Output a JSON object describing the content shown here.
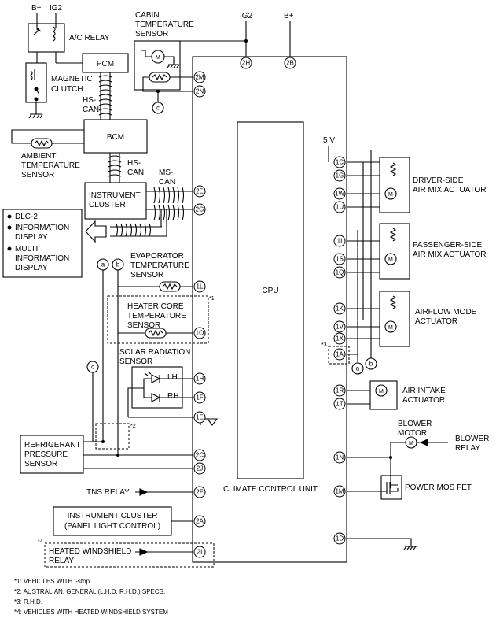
{
  "supply": {
    "bplus": "B+",
    "ig2": "IG2"
  },
  "relays": {
    "ac_relay": "A/C RELAY",
    "tns_relay": "TNS RELAY",
    "blower_relay_1": "BLOWER",
    "blower_relay_2": "RELAY",
    "heated_1": "HEATED WINDSHIELD",
    "heated_2": "RELAY"
  },
  "modules": {
    "pcm": "PCM",
    "bcm": "BCM",
    "ic_1": "INSTRUMENT",
    "ic_2": "CLUSTER",
    "ccu": "CLIMATE CONTROL UNIT",
    "cpu": "CPU",
    "icp_1": "INSTRUMENT CLUSTER",
    "icp_2": "(PANEL LIGHT CONTROL)"
  },
  "labels": {
    "magnetic_1": "MAGNETIC",
    "magnetic_2": "CLUTCH",
    "hscan_1": "HS-",
    "hscan_2": "CAN",
    "hscan2_1": "HS-",
    "hscan2_2": "CAN",
    "mscan_1": "MS-",
    "mscan_2": "CAN",
    "ambient_1": "AMBIENT",
    "ambient_2": "TEMPERATURE",
    "ambient_3": "SENSOR",
    "cabin_1": "CABIN",
    "cabin_2": "TEMPERATURE",
    "cabin_3": "SENSOR",
    "evap_1": "EVAPORATOR",
    "evap_2": "TEMPERATURE",
    "evap_3": "SENSOR",
    "heater_1": "HEATER CORE",
    "heater_2": "TEMPERATURE",
    "heater_3": "SENSOR",
    "solar_1": "SOLAR RADIATION",
    "solar_2": "SENSOR",
    "lh": "LH",
    "rh": "RH",
    "refr_1": "REFRIGERANT",
    "refr_2": "PRESSURE",
    "refr_3": "SENSOR",
    "dlc_1": "DLC-2",
    "dlc_2": "INFORMATION",
    "dlc_3": "DISPLAY",
    "dlc_4": "MULTI",
    "dlc_5": "INFORMATION",
    "dlc_6": "DISPLAY",
    "driver_1": "DRIVER-SIDE",
    "driver_2": "AIR MIX ACTUATOR",
    "pass_1": "PASSENGER-SIDE",
    "pass_2": "AIR MIX ACTUATOR",
    "airflow_1": "AIRFLOW MODE",
    "airflow_2": "ACTUATOR",
    "intake_1": "AIR INTAKE",
    "intake_2": "ACTUATOR",
    "blower_1": "BLOWER",
    "blower_2": "MOTOR",
    "mosfet": "POWER MOS FET",
    "five_v": "5 V",
    "ref_a": "a",
    "ref_b": "b",
    "ref_c": "c",
    "m": "M",
    "mk1": "*1",
    "mk2": "*2",
    "mk3": "*3",
    "mk4": "*4"
  },
  "pins": {
    "p2H": "2H",
    "p2B": "2B",
    "p2M": "2M",
    "p2N": "2N",
    "p2E": "2E",
    "p2G": "2G",
    "p1L": "1L",
    "p1O": "1O",
    "p1H": "1H",
    "p1F": "1F",
    "p1E": "1E",
    "p2C": "2C",
    "p2J": "2J",
    "p2F": "2F",
    "p2A": "2A",
    "p2I": "2I",
    "p1C": "1C",
    "p1G": "1G",
    "p1W": "1W",
    "p1U": "1U",
    "p1I": "1I",
    "p1S": "1S",
    "p1Q": "1Q",
    "p1K": "1K",
    "p1V": "1V",
    "p1X": "1X",
    "p1A": "1A",
    "p1R": "1R",
    "p1T": "1T",
    "p1N": "1N",
    "p1M": "1M",
    "p1D": "1D"
  },
  "notes": [
    "*1: VEHICLES WITH i-stop",
    "*2: AUSTRALIAN, GENERAL (L.H.D. R.H.D.) SPECS.",
    "*3: R.H.D.",
    "*4: VEHICLES WITH HEATED WINDSHIELD SYSTEM"
  ]
}
